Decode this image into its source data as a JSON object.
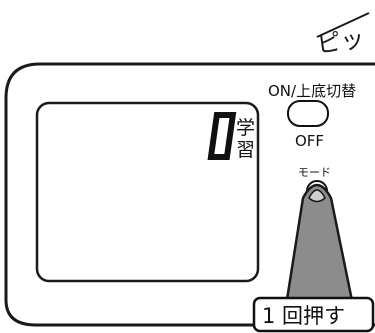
{
  "sound": {
    "label": "ピッ"
  },
  "power": {
    "top_label": "ON/上底切替",
    "bottom_label": "OFF"
  },
  "mode": {
    "label": "モード"
  },
  "display": {
    "digit": "0",
    "unit_label_1": "学",
    "unit_label_2": "習"
  },
  "instruction": {
    "label": "1 回押す"
  }
}
